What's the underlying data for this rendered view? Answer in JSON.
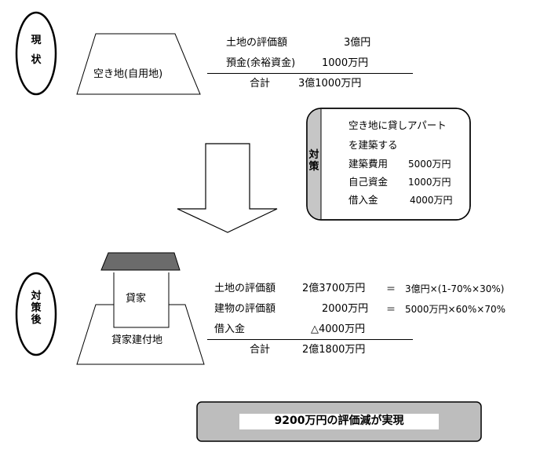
{
  "current": {
    "label": [
      "現",
      "状"
    ],
    "land_label": "空き地(自用地)",
    "rows": [
      {
        "name": "土地の評価額",
        "value": "3億円"
      },
      {
        "name": "預金(余裕資金)",
        "value": "1000万円"
      }
    ],
    "total": {
      "name": "合計",
      "value": "3億1000万円"
    }
  },
  "measure": {
    "label": [
      "対",
      "策"
    ],
    "lines": [
      "空き地に貸しアパート",
      "を建築する"
    ],
    "items": [
      {
        "name": "建築費用",
        "value": "5000万円"
      },
      {
        "name": "自己資金",
        "value": "1000万円"
      },
      {
        "name": "借入金",
        "value": "4000万円"
      }
    ]
  },
  "after": {
    "label": [
      "対",
      "策",
      "後"
    ],
    "house_label": "貸家",
    "land_label": "貸家建付地",
    "rows": [
      {
        "name": "土地の評価額",
        "value": "2億3700万円",
        "formula": "＝　3億円×(1-70%×30%)"
      },
      {
        "name": "建物の評価額",
        "value": "2000万円",
        "formula": "＝　5000万円×60%×70%"
      },
      {
        "name": "借入金",
        "value": "△4000万円",
        "formula": ""
      }
    ],
    "total": {
      "name": "合計",
      "value": "2億1800万円"
    }
  },
  "result": {
    "text": "9200万円の評価減が実現"
  }
}
